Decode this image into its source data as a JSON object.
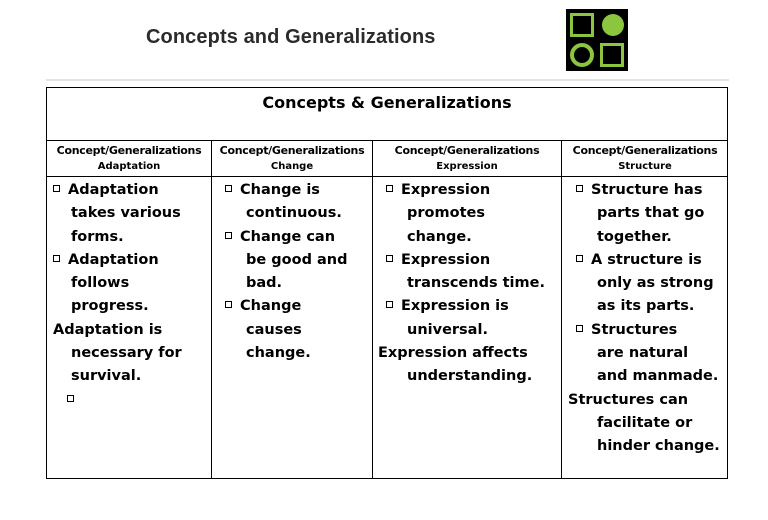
{
  "slide": {
    "title": "Concepts and Generalizations"
  },
  "table": {
    "title": "Concepts & Generalizations",
    "columns": [
      {
        "heading": "Concept/Generalizations",
        "concept": "Adaptation",
        "lines": [
          {
            "b": true,
            "t": "Adaptation"
          },
          {
            "b": false,
            "t": "takes various",
            "indent": 1
          },
          {
            "b": false,
            "t": "forms.",
            "indent": 1
          },
          {
            "b": true,
            "t": "Adaptation"
          },
          {
            "b": false,
            "t": "follows",
            "indent": 1
          },
          {
            "b": false,
            "t": "progress.",
            "indent": 1
          },
          {
            "b": false,
            "t": "Adaptation is",
            "indent": 0
          },
          {
            "b": false,
            "t": "necessary for",
            "indent": 1
          },
          {
            "b": false,
            "t": "survival.",
            "indent": 1
          },
          {
            "b": true,
            "t": "",
            "indent": 1
          }
        ]
      },
      {
        "heading": "Concept/Generalizations",
        "concept": "Change",
        "lines": [
          {
            "b": true,
            "t": "Change is",
            "indent": 1
          },
          {
            "b": false,
            "t": "continuous.",
            "indent": 2
          },
          {
            "b": true,
            "t": "Change can",
            "indent": 1
          },
          {
            "b": false,
            "t": "be good and",
            "indent": 2
          },
          {
            "b": false,
            "t": "bad.",
            "indent": 2
          },
          {
            "b": true,
            "t": "Change",
            "indent": 1
          },
          {
            "b": false,
            "t": "causes",
            "indent": 2
          },
          {
            "b": false,
            "t": "change.",
            "indent": 2
          }
        ]
      },
      {
        "heading": "Concept/Generalizations",
        "concept": "Expression",
        "lines": [
          {
            "b": true,
            "t": "Expression",
            "indent": 1
          },
          {
            "b": false,
            "t": "promotes",
            "indent": 2
          },
          {
            "b": false,
            "t": "change.",
            "indent": 2
          },
          {
            "b": true,
            "t": "Expression",
            "indent": 1
          },
          {
            "b": false,
            "t": "transcends time.",
            "indent": 2
          },
          {
            "b": true,
            "t": "Expression is",
            "indent": 1
          },
          {
            "b": false,
            "t": "universal.",
            "indent": 2
          },
          {
            "b": false,
            "t": "Expression affects",
            "indent": 0
          },
          {
            "b": false,
            "t": "understanding.",
            "indent": 2
          }
        ]
      },
      {
        "heading": "Concept/Generalizations",
        "concept": "Structure",
        "lines": [
          {
            "b": true,
            "t": "Structure has",
            "indent": 1
          },
          {
            "b": false,
            "t": "parts that go",
            "indent": 2
          },
          {
            "b": false,
            "t": "together.",
            "indent": 2
          },
          {
            "b": true,
            "t": "A structure is",
            "indent": 1
          },
          {
            "b": false,
            "t": "only as strong",
            "indent": 2
          },
          {
            "b": false,
            "t": "as its parts.",
            "indent": 2
          },
          {
            "b": true,
            "t": "Structures",
            "indent": 1
          },
          {
            "b": false,
            "t": "are natural",
            "indent": 2
          },
          {
            "b": false,
            "t": "and manmade.",
            "indent": 2
          },
          {
            "b": false,
            "t": "Structures can",
            "indent": 0
          },
          {
            "b": false,
            "t": "facilitate or",
            "indent": 2
          },
          {
            "b": false,
            "t": "hinder change.",
            "indent": 2
          }
        ]
      }
    ]
  }
}
